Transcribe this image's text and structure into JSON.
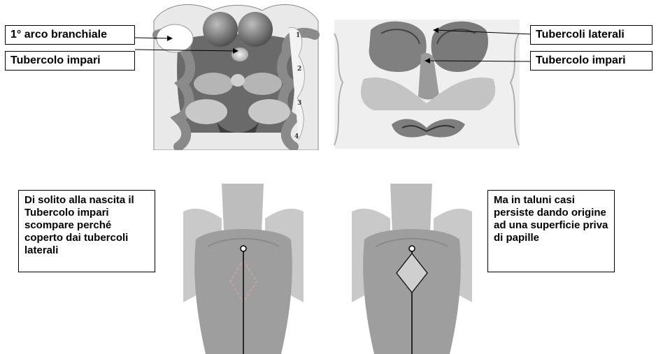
{
  "labels": {
    "first_arch": "1° arco  branchiale",
    "tubercle_impar_left": "Tubercolo impari",
    "lateral_tubercles": "Tubercoli laterali",
    "tubercle_impar_right": "Tubercolo impari"
  },
  "arch_numbers": [
    "1",
    "2",
    "3",
    "4"
  ],
  "notes": {
    "normal": "Di solito alla nascita il Tubercolo impari scompare perché coperto dai tubercoli laterali",
    "persistent": "Ma in taluni casi persiste dando origine ad una superficie priva di papille"
  },
  "colors": {
    "tissue_light": "#e6e6e6",
    "tissue_mid": "#a8a8a8",
    "tissue_dark": "#5c5c5c",
    "diamond_fill": "#cfcfcf",
    "diamond_dashed": "#d8a0a0"
  }
}
